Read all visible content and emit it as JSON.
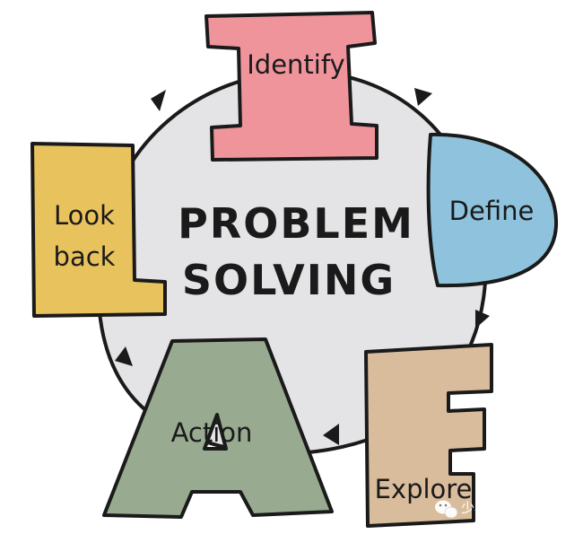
{
  "center": {
    "line1": "PROBLEM",
    "line2": "SOLVING"
  },
  "steps": [
    {
      "letter": "I",
      "label": "Identify",
      "color": "#f0949c"
    },
    {
      "letter": "D",
      "label": "Define",
      "color": "#8fc3dd"
    },
    {
      "letter": "E",
      "label": "Explore",
      "color": "#d8bc9c"
    },
    {
      "letter": "A",
      "label": "Action",
      "color": "#98aa90"
    },
    {
      "letter": "L",
      "label": "Look\nback",
      "label_line1": "Look",
      "label_line2": "back",
      "color": "#e8c25c"
    }
  ],
  "colors": {
    "circle_fill": "#e4e4e6",
    "outline": "#1a1a1a",
    "background": "#ffffff"
  },
  "watermark": {
    "text": "少年商学院",
    "icon": "wechat-icon"
  }
}
